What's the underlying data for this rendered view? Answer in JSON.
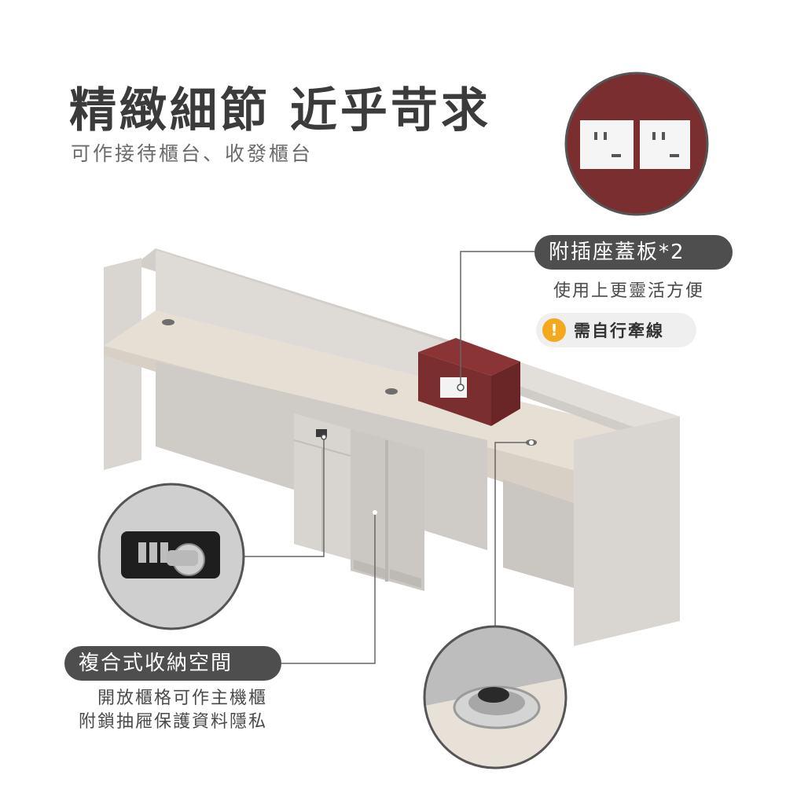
{
  "heading": {
    "title": "精緻細節 近乎苛求",
    "subtitle": "可作接待櫃台、收發櫃台"
  },
  "callouts": {
    "socket": {
      "label": "附插座蓋板*2",
      "note": "使用上更靈活方便",
      "warning_icon": "exclamation-icon",
      "warning": "需自行牽線"
    },
    "storage": {
      "label": "複合式收納空間",
      "lines": [
        "開放櫃格可作主機櫃",
        "附鎖抽屜保護資料隱私"
      ]
    }
  },
  "colors": {
    "accent_maroon": "#7a2e2f",
    "callout_dark": "#4e4e4e",
    "warning_orange": "#f4a81b",
    "cabinet_gray": "#d6d3cf",
    "desktop_wood": "#e6dfd4"
  }
}
